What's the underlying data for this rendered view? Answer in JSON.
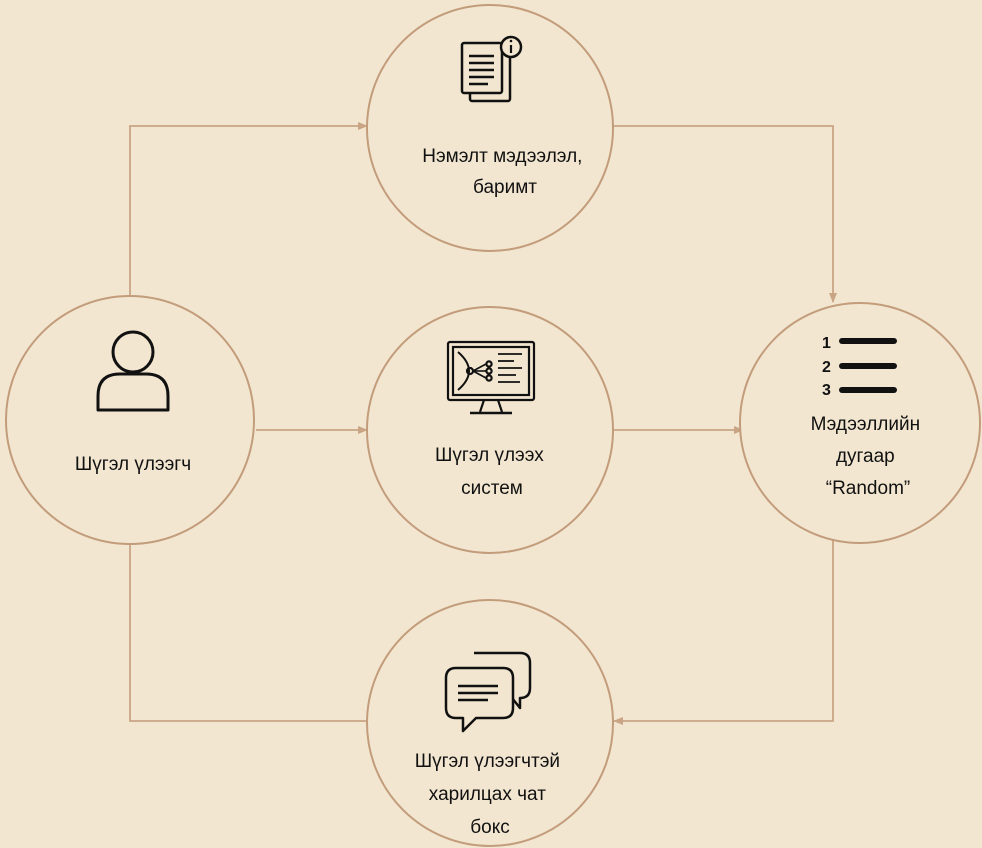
{
  "colors": {
    "background": "#F2E6D0",
    "node_fill": "#F2E6D0",
    "node_stroke": "#C29C7B",
    "connector": "#C9A585",
    "icon": "#111111",
    "text": "#111111"
  },
  "nodes": [
    {
      "id": "requester",
      "icon": "user-icon",
      "lines": [
        "Шүгэл үлээгч"
      ]
    },
    {
      "id": "extra-info",
      "icon": "document-info-icon",
      "lines": [
        "Нэмэлт мэдээлэл,",
        "баримт"
      ]
    },
    {
      "id": "system",
      "icon": "computer-network-icon",
      "lines": [
        "Шүгэл үлээх",
        "систем"
      ]
    },
    {
      "id": "random-number",
      "icon": "numbered-list-icon",
      "lines": [
        "Мэдээллийн",
        "дугаар",
        "“Random”"
      ]
    },
    {
      "id": "chat-box",
      "icon": "chat-bubbles-icon",
      "lines": [
        "Шүгэл үлээгчтэй",
        "харилцах чат",
        "бокс"
      ]
    }
  ],
  "connections": [
    {
      "from": "requester",
      "to": "extra-info"
    },
    {
      "from": "requester",
      "to": "system"
    },
    {
      "from": "extra-info",
      "to": "random-number"
    },
    {
      "from": "system",
      "to": "random-number"
    },
    {
      "from": "random-number",
      "to": "chat-box"
    },
    {
      "from": "chat-box",
      "to": "requester"
    }
  ],
  "list_icon_numbers": [
    "1",
    "2",
    "3"
  ]
}
